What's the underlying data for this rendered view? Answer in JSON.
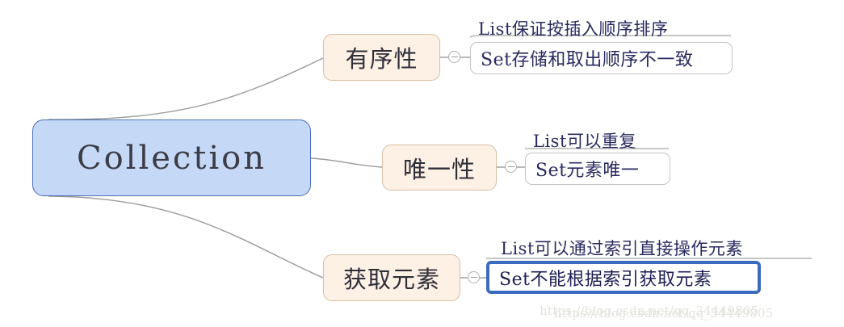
{
  "diagram": {
    "type": "mind-map",
    "title": "Collection",
    "root": {
      "label": "Collection",
      "fill": "#c5d9f7",
      "border": "#4a6fb5"
    },
    "branches": [
      {
        "label": "有序性",
        "fill": "#fdf0e5",
        "border": "#d8bfa6",
        "toggle": "collapse-toggle",
        "leaves": [
          {
            "text": "List保证按插入顺序排序",
            "style": "underlined"
          },
          {
            "text": "Set存储和取出顺序不一致",
            "style": "boxed",
            "selected": false
          }
        ]
      },
      {
        "label": "唯一性",
        "fill": "#fdf0e5",
        "border": "#d8bfa6",
        "toggle": "collapse-toggle",
        "leaves": [
          {
            "text": "List可以重复",
            "style": "underlined"
          },
          {
            "text": "Set元素唯一",
            "style": "boxed",
            "selected": false
          }
        ]
      },
      {
        "label": "获取元素",
        "fill": "#fdf0e5",
        "border": "#d8bfa6",
        "toggle": "collapse-toggle",
        "leaves": [
          {
            "text": "List可以通过索引直接操作元素",
            "style": "underlined"
          },
          {
            "text": "Set不能根据索引获取元素",
            "style": "boxed",
            "selected": true,
            "highlight_color": "#3b6bbf"
          }
        ]
      }
    ]
  },
  "watermark": {
    "line_a": "https://blog.csdn.net/qq_34449805",
    "line_b": "https://blog.csdn.net/qq_34449805"
  }
}
